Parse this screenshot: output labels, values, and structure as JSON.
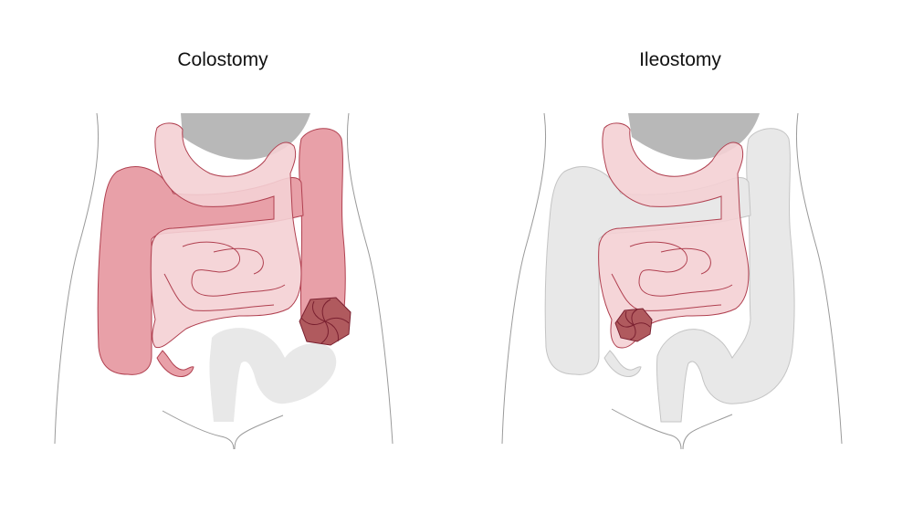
{
  "figure": {
    "panels": [
      {
        "title": "Colostomy",
        "stoma_location": "left lower abdomen (descending/sigmoid colon)",
        "highlighted_organs": [
          "small intestine",
          "ascending colon",
          "transverse colon",
          "descending colon",
          "appendix"
        ],
        "greyed_organs": [
          "stomach",
          "sigmoid colon",
          "rectum"
        ]
      },
      {
        "title": "Ileostomy",
        "stoma_location": "right lower abdomen (ileum)",
        "highlighted_organs": [
          "small intestine"
        ],
        "greyed_organs": [
          "stomach",
          "ascending colon",
          "transverse colon",
          "descending colon",
          "sigmoid colon",
          "rectum",
          "appendix"
        ]
      }
    ],
    "colors": {
      "colon_active": "#e8a0a8",
      "small_intestine": "#f4d0d4",
      "outline": "#b04050",
      "stoma": "#b05a5e",
      "stoma_line": "#7a2030",
      "stomach": "#b8b8b8",
      "inactive": "#e8e8e8",
      "inactive_outline": "#c4c4c4",
      "body_outline": "#9a9a9a"
    }
  }
}
